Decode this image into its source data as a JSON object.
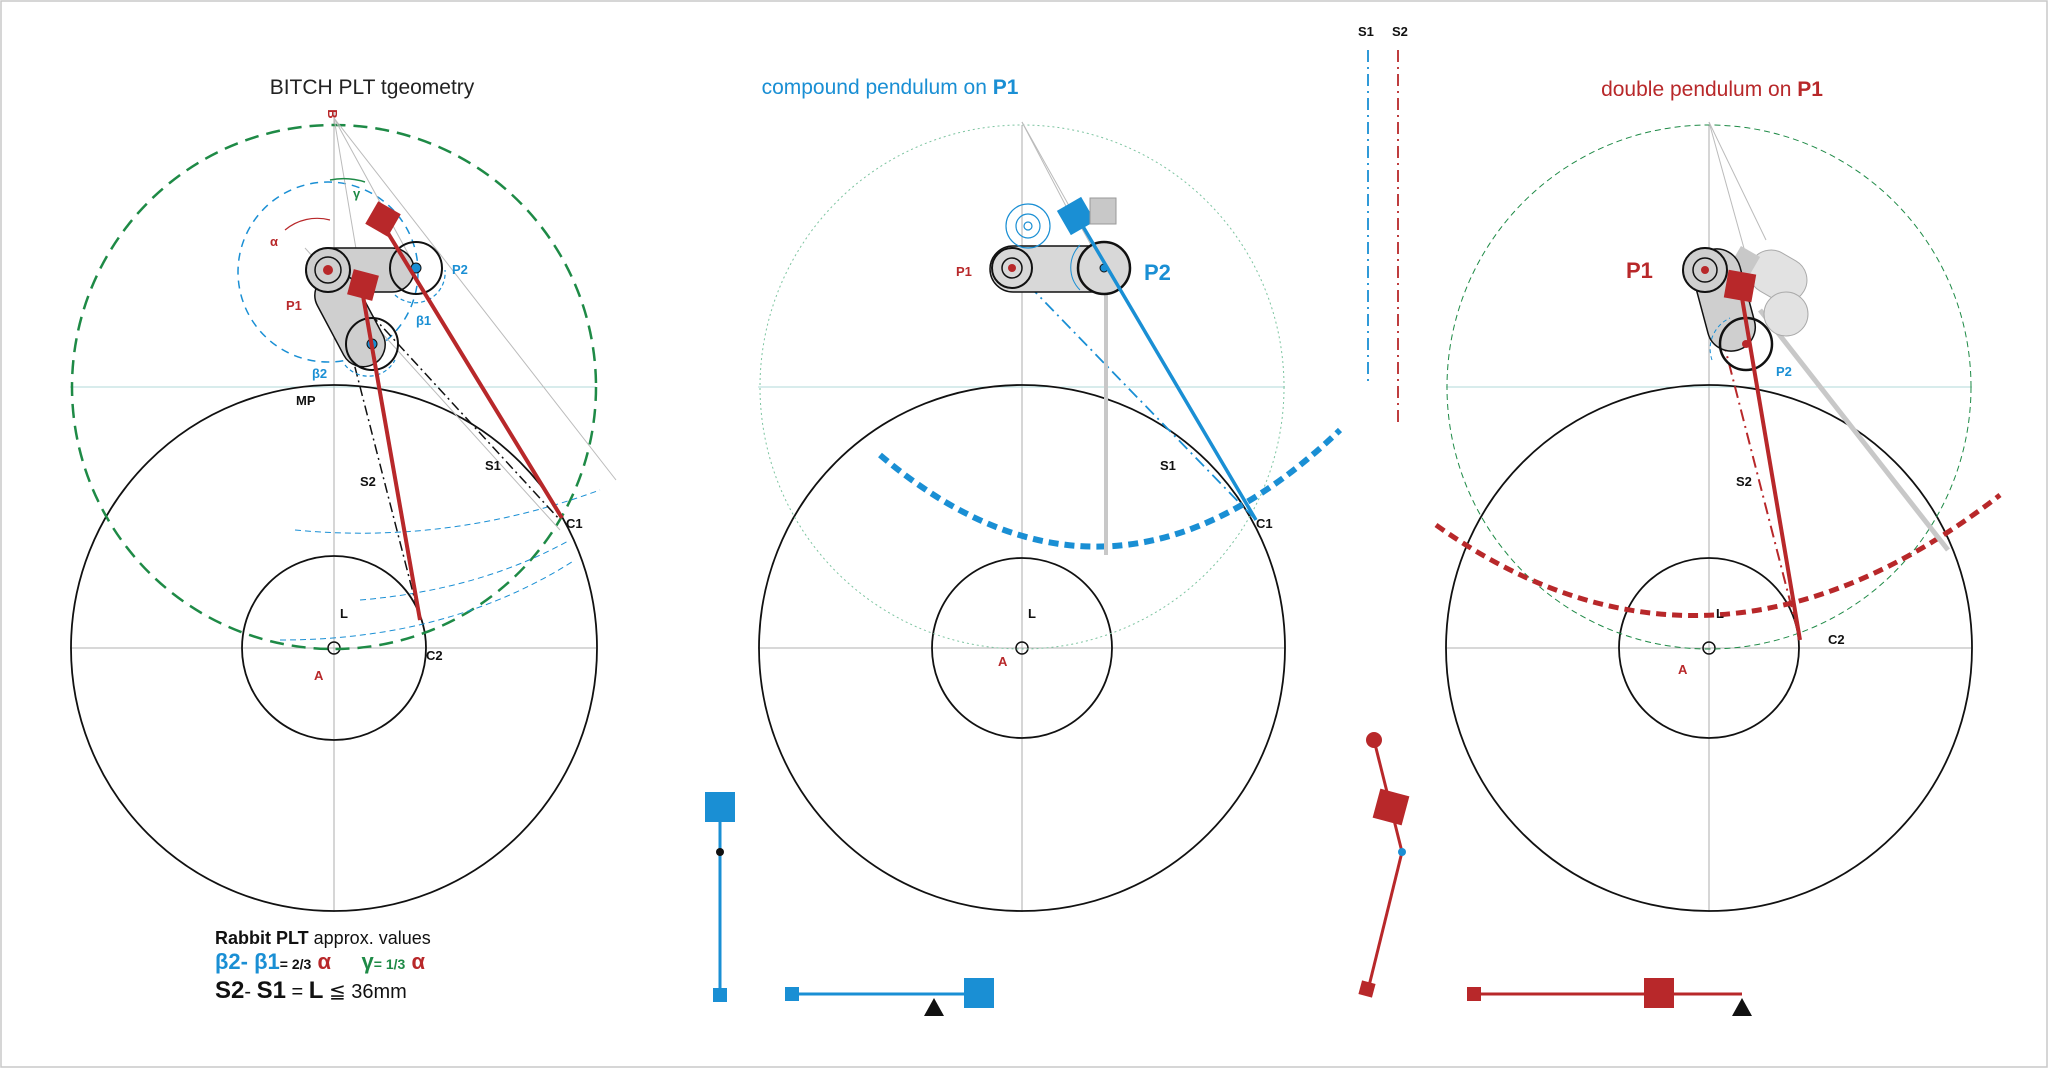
{
  "panel1": {
    "title": "BITCH PLT tgeometry",
    "labels": {
      "B": "B",
      "gamma": "γ",
      "alpha": "α",
      "P1": "P1",
      "P2": "P2",
      "beta1": "β1",
      "beta2": "β2",
      "MP": "MP",
      "S1": "S1",
      "S2": "S2",
      "C1": "C1",
      "C2": "C2",
      "L": "L",
      "A": "A"
    }
  },
  "panel2": {
    "title_prefix": "compound pendulum on ",
    "title_bold": "P1",
    "labels": {
      "P1": "P1",
      "P2": "P2",
      "S1": "S1",
      "C1": "C1",
      "L": "L",
      "A": "A"
    }
  },
  "panel3": {
    "title_prefix": "double pendulum on ",
    "title_bold": "P1",
    "labels": {
      "P1": "P1",
      "P2": "P2",
      "S2": "S2",
      "C2": "C2",
      "L": "L",
      "A": "A"
    }
  },
  "legend_lines": {
    "s1": "S1",
    "s2": "S2"
  },
  "formula": {
    "line1_bold": "Rabbit PLT",
    "line1_rest": " approx. values",
    "beta2": "β2",
    "dash": "- ",
    "beta1": "β1",
    "eq23": "= 2/3",
    "alpha": "α",
    "gamma": "γ",
    "eq13": "= 1/3",
    "alpha2": "α",
    "s2": "S2",
    "minus": "- ",
    "s1": "S1",
    "eqL": " = ",
    "L": "L",
    "leq": " ≦ 36mm"
  },
  "colors": {
    "blue": "#1a8fd4",
    "red": "#b8282a",
    "green": "#1e8a46",
    "grey": "#c8c8c8",
    "black": "#111111"
  }
}
